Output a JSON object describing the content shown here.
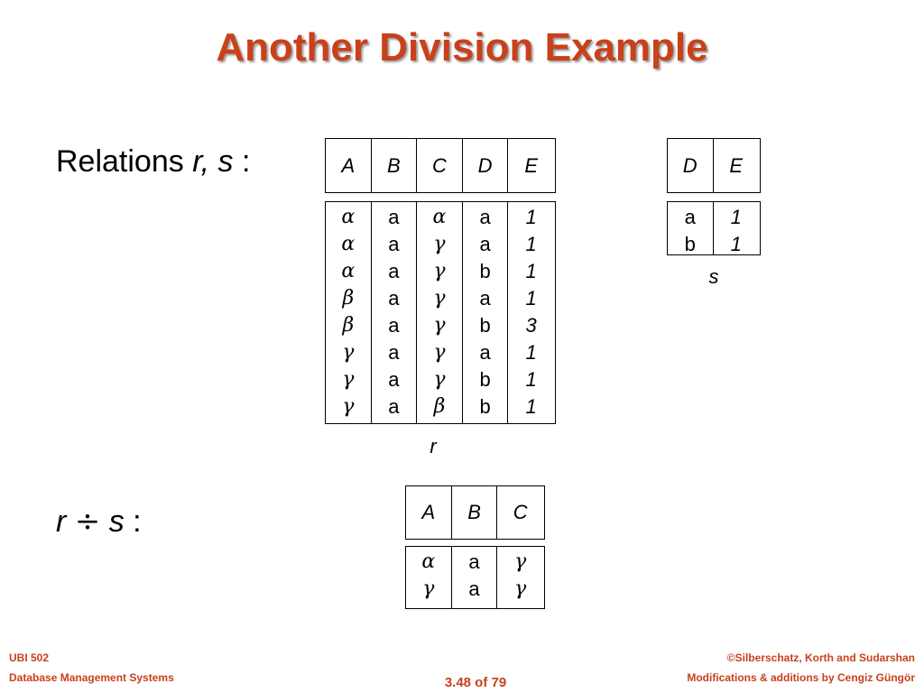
{
  "title": "Another Division Example",
  "relations_label": {
    "prefix": "Relations ",
    "vars": "r, s",
    "suffix": " :"
  },
  "division_label": {
    "left": "r",
    "op": "÷",
    "right": "s",
    "suffix": " :"
  },
  "r": {
    "caption": "r",
    "headers": [
      "A",
      "B",
      "C",
      "D",
      "E"
    ],
    "columns": [
      [
        "α",
        "α",
        "α",
        "β",
        "β",
        "γ",
        "γ",
        "γ"
      ],
      [
        "a",
        "a",
        "a",
        "a",
        "a",
        "a",
        "a",
        "a"
      ],
      [
        "α",
        "γ",
        "γ",
        "γ",
        "γ",
        "γ",
        "γ",
        "β"
      ],
      [
        "a",
        "a",
        "b",
        "a",
        "b",
        "a",
        "b",
        "b"
      ],
      [
        "1",
        "1",
        "1",
        "1",
        "3",
        "1",
        "1",
        "1"
      ]
    ]
  },
  "s": {
    "caption": "s",
    "headers": [
      "D",
      "E"
    ],
    "columns": [
      [
        "a",
        "b"
      ],
      [
        "1",
        "1"
      ]
    ]
  },
  "result": {
    "headers": [
      "A",
      "B",
      "C"
    ],
    "columns": [
      [
        "α",
        "γ"
      ],
      [
        "a",
        "a"
      ],
      [
        "γ",
        "γ"
      ]
    ]
  },
  "footer": {
    "course": "UBI 502",
    "course_name": "Database Management Systems",
    "page": "3.48 of 79",
    "copyright": "©Silberschatz, Korth and Sudarshan",
    "modifications": "Modifications & additions by Cengiz Güngör"
  }
}
